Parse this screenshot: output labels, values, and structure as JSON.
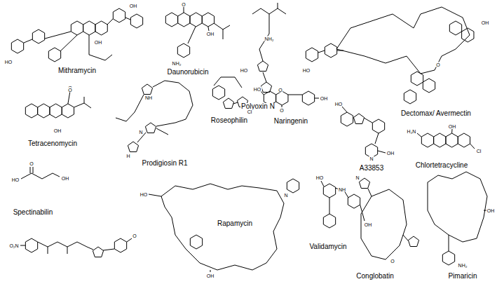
{
  "diagram": {
    "labels": [
      "Mithramycin",
      "Daunorubicin",
      "Polyoxin N",
      "Dectomax/ Avermectin",
      "Tetracenomycin",
      "Prodigiosin R1",
      "Roseophilin",
      "Naringenin",
      "A33853",
      "Chlortetracycline",
      "Spectinabilin",
      "Rapamycin",
      "Validamycin",
      "Conglobatin",
      "Pimaricin",
      "O",
      "OH",
      "HO",
      "OH",
      "O",
      "OH",
      "NH₂",
      "NH₂",
      "HO",
      "O",
      "HO",
      "OH",
      "O",
      "OH",
      "O",
      "NH",
      "N",
      "H",
      "Cl",
      "HO",
      "OH",
      "O",
      "HO",
      "N",
      "OH",
      "H₂N",
      "Cl",
      "OH",
      "HO",
      "O",
      "OH",
      "O₂N",
      "O",
      "HO",
      "N",
      "OH",
      "HO",
      "NH",
      "OH",
      "N",
      "O",
      "NH₂",
      "OH"
    ]
  }
}
